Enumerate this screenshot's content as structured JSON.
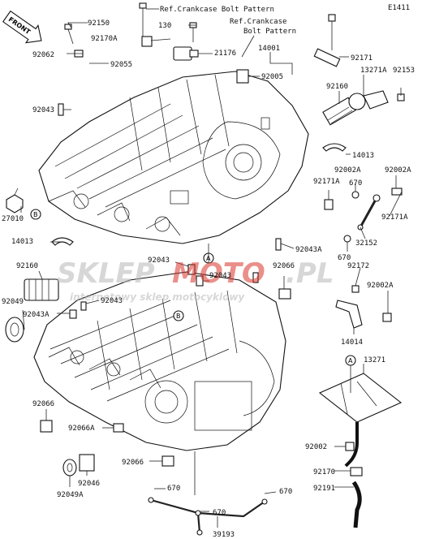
{
  "figure_id": "E1411",
  "front_label": "FRONT",
  "ref_notes": [
    "Ref.Crankcase Bolt Pattern",
    "Ref.Crankcase\nBolt Pattern"
  ],
  "watermark": {
    "main_left": "SKLEP",
    "main_right": "MOTO",
    "suffix": ".PL",
    "tagline": "internetowy sklep motocyklowy"
  },
  "markers": [
    "A",
    "B"
  ],
  "parts": [
    "92150",
    "92170A",
    "130",
    "21176",
    "14001",
    "92062",
    "92055",
    "92005",
    "92171",
    "13271A",
    "92153",
    "92043",
    "92160",
    "14013",
    "92171A",
    "92002A",
    "670",
    "27010",
    "32152",
    "92043A",
    "92066",
    "92049",
    "92172",
    "92049A",
    "92046",
    "14014",
    "13271",
    "92002",
    "92170",
    "92191",
    "39193",
    "92066A"
  ],
  "colors": {
    "line": "#111111",
    "watermark_red": "#d9342b",
    "watermark_grey": "#b8b8b8"
  }
}
